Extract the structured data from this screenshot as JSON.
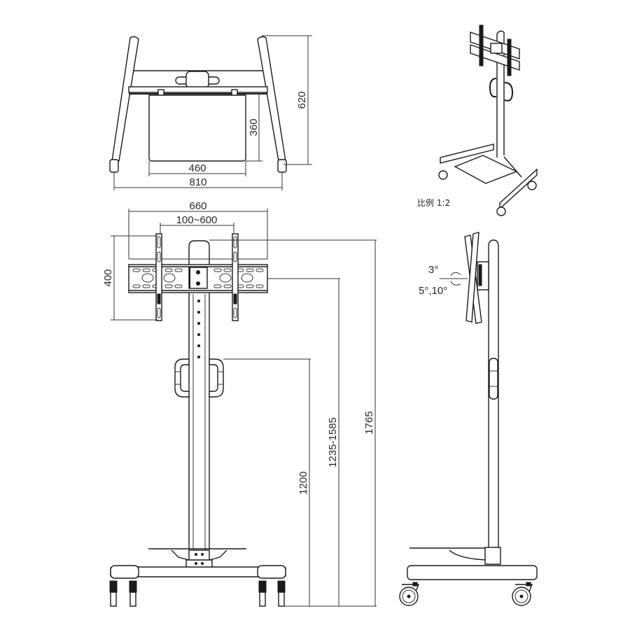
{
  "drawing": {
    "subject": "Mobile TV stand technical drawing",
    "views": {
      "top_view": {
        "dimensions": {
          "width_overall": "810",
          "shelf_width": "460",
          "shelf_depth": "360",
          "base_depth": "620"
        }
      },
      "isometric_view": {
        "scale_label": "比例 1:2"
      },
      "front_view": {
        "dimensions": {
          "bracket_width": "660",
          "vesa_range": "100~600",
          "bracket_height": "400",
          "handle_height": "1200",
          "bracket_center_height": "1235-1585",
          "total_height": "1765"
        }
      },
      "side_view": {
        "tilt_up": "3°",
        "tilt_down": "5°,10°"
      }
    },
    "colors": {
      "line": "#1a1a1a",
      "background": "#ffffff"
    }
  }
}
